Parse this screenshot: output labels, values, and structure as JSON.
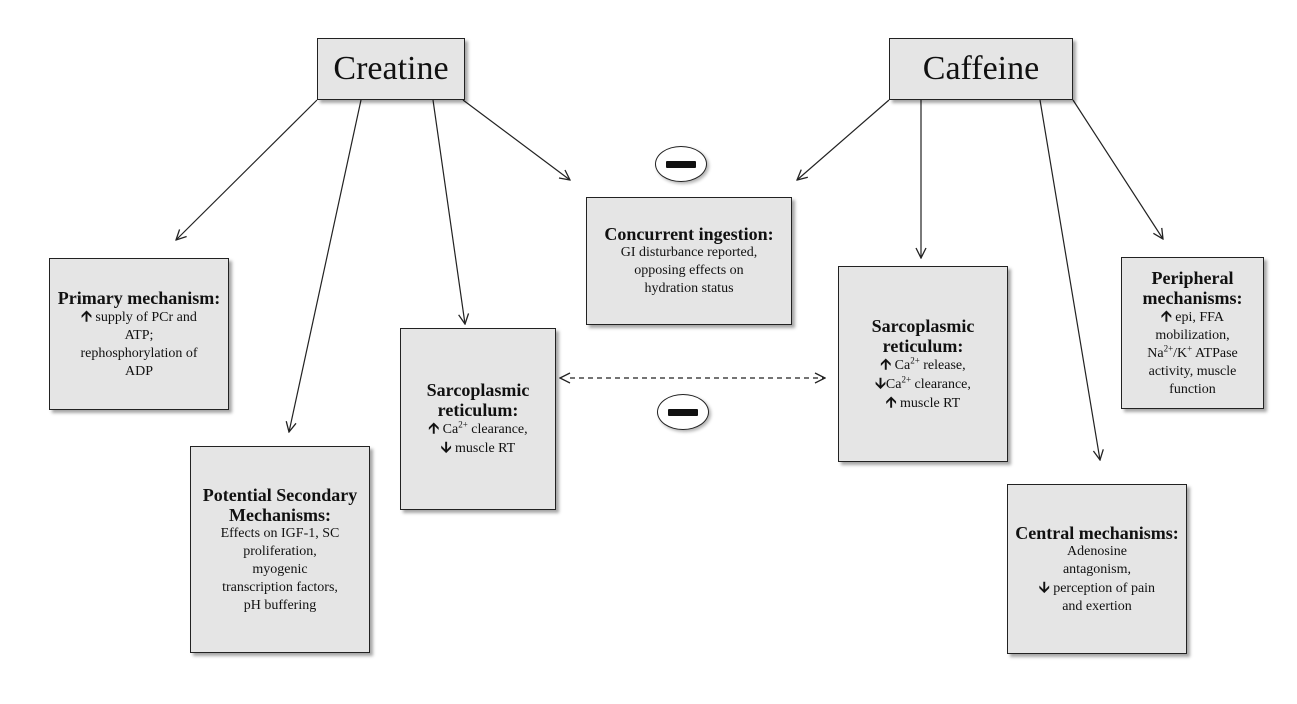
{
  "creatine": {
    "label": "Creatine"
  },
  "caffeine": {
    "label": "Caffeine"
  },
  "symbols": {
    "up": "🡩",
    "down": "🡫"
  },
  "primary": {
    "title": "Primary mechanism:",
    "line1": "supply of PCr and",
    "line2": "ATP;",
    "line3": "rephosphorylation of",
    "line4": "ADP"
  },
  "secondary": {
    "title": "Potential Secondary Mechanisms:",
    "line1": "Effects on IGF-1, SC",
    "line2": "proliferation,",
    "line3": "myogenic",
    "line4": "transcription factors,",
    "line5": "pH buffering"
  },
  "sr_creatine": {
    "title": "Sarcoplasmic reticulum:",
    "line1_pre": "Ca",
    "line1_sup": "2+",
    "line1_post": " clearance,",
    "line2": "muscle RT"
  },
  "concurrent": {
    "title": "Concurrent ingestion:",
    "line1": "GI disturbance reported,",
    "line2": "opposing effects on",
    "line3": "hydration status"
  },
  "sr_caffeine": {
    "title": "Sarcoplasmic reticulum:",
    "line1_pre": "Ca",
    "line1_sup": "2+",
    "line1_post": " release,",
    "line2_pre": "Ca",
    "line2_sup": "2+",
    "line2_post": " clearance,",
    "line3": "muscle RT"
  },
  "peripheral": {
    "title": "Peripheral mechanisms:",
    "line1": "epi, FFA",
    "line2": "mobilization,",
    "line3_a": "Na",
    "line3_sup1": "2+",
    "line3_b": "/K",
    "line3_sup2": "+",
    "line3_c": " ATPase",
    "line4": "activity, muscle",
    "line5": "function"
  },
  "central": {
    "title": "Central mechanisms:",
    "line1": "Adenosine",
    "line2": "antagonism,",
    "line3": "perception of pain",
    "line4": "and exertion"
  }
}
